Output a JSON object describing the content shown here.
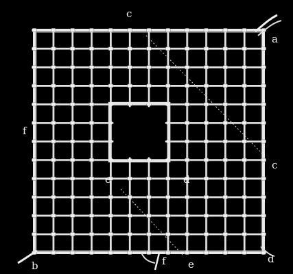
{
  "figure": {
    "grid_divisions": 12,
    "hole_cells": {
      "from_col": 4,
      "to_col": 7,
      "from_row": 4,
      "to_row": 7
    },
    "labels": {
      "c_top": "c",
      "a": "a",
      "f_left": "f",
      "c_right": "c",
      "e_inner": "e",
      "d_inner": "d",
      "b": "b",
      "f_bottom": "f",
      "e_bottom": "e",
      "d_corner": "d"
    }
  }
}
